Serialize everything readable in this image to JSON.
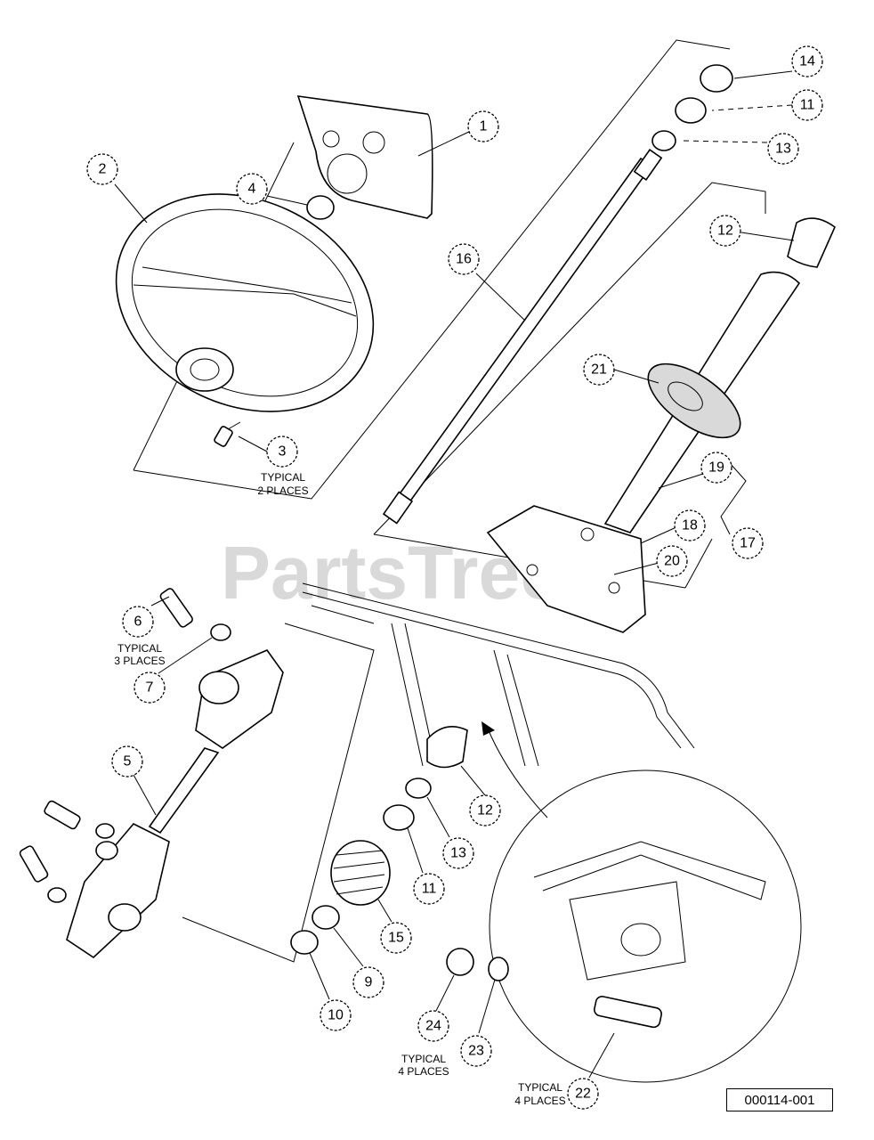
{
  "watermark": "PartsTree",
  "drawing_number": "000114-001",
  "notes": {
    "typical_2_places": [
      "TYPICAL",
      "2 PLACES"
    ],
    "typical_3_places": [
      "TYPICAL",
      "3 PLACES"
    ],
    "typical_4_places_a": [
      "TYPICAL",
      "4 PLACES"
    ],
    "typical_4_places_b": [
      "TYPICAL",
      "4 PLACES"
    ]
  },
  "callouts": {
    "c1": "1",
    "c2": "2",
    "c3": "3",
    "c4": "4",
    "c5": "5",
    "c6": "6",
    "c7": "7",
    "c9": "9",
    "c10": "10",
    "c11a": "11",
    "c11b": "11",
    "c12a": "12",
    "c12b": "12",
    "c13a": "13",
    "c13b": "13",
    "c14": "14",
    "c15": "15",
    "c16": "16",
    "c17": "17",
    "c18": "18",
    "c19": "19",
    "c20": "20",
    "c21": "21",
    "c22": "22",
    "c23": "23",
    "c24": "24"
  }
}
